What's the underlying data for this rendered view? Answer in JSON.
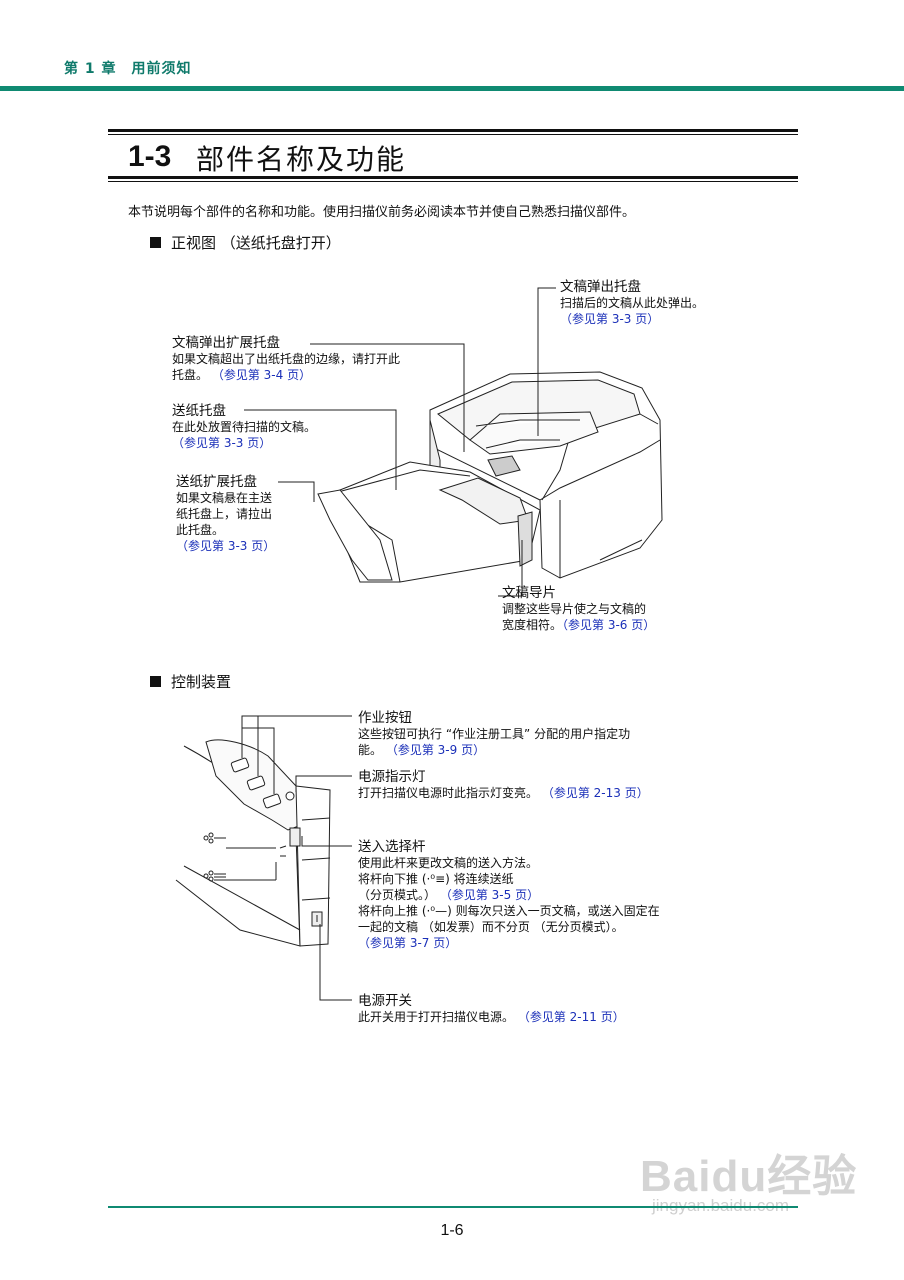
{
  "header": {
    "chapter": "第 1 章　用前须知"
  },
  "section": {
    "number": "1-3",
    "title": "部件名称及功能",
    "intro": "本节说明每个部件的名称和功能。使用扫描仪前务必阅读本节并使自己熟悉扫描仪部件。"
  },
  "front_view": {
    "heading": "正视图 （送纸托盘打开）",
    "labels": [
      {
        "title": "文稿弹出托盘",
        "lines": [
          "扫描后的文稿从此处弹出。"
        ],
        "ref": "（参见第 3-3 页）"
      },
      {
        "title": "文稿弹出扩展托盘",
        "lines": [
          "如果文稿超出了出纸托盘的边缘，请打开此",
          "托盘。"
        ],
        "ref": "（参见第 3-4 页）"
      },
      {
        "title": "送纸托盘",
        "lines": [
          "在此处放置待扫描的文稿。"
        ],
        "ref": "（参见第 3-3 页）"
      },
      {
        "title": "送纸扩展托盘",
        "lines": [
          "如果文稿悬在主送",
          "纸托盘上，请拉出",
          "此托盘。"
        ],
        "ref": "（参见第 3-3 页）"
      },
      {
        "title": "文稿导片",
        "lines": [
          "调整这些导片使之与文稿的",
          "宽度相符。"
        ],
        "ref": "（参见第 3-6 页）"
      }
    ]
  },
  "controls": {
    "heading": "控制装置",
    "labels": [
      {
        "title": "作业按钮",
        "lines": [
          "这些按钮可执行 “作业注册工具” 分配的用户指定功",
          "能。"
        ],
        "ref": "（参见第 3-9 页）"
      },
      {
        "title": "电源指示灯",
        "lines": [
          "打开扫描仪电源时此指示灯变亮。"
        ],
        "ref": "（参见第 2-13 页）"
      },
      {
        "title": "送入选择杆",
        "lines": [
          "使用此杆来更改文稿的送入方法。",
          "将杆向下推 (·⁰≡) 将连续送纸",
          "（分页模式。）",
          "将杆向上推 (·⁰—) 则每次只送入一页文稿，或送入固定在",
          "一起的文稿 （如发票）而不分页 （无分页模式）。"
        ],
        "refs": [
          "（参见第 3-5 页）",
          "（参见第 3-7 页）"
        ]
      },
      {
        "title": "电源开关",
        "lines": [
          "此开关用于打开扫描仪电源。"
        ],
        "ref": "（参见第 2-11 页）"
      }
    ]
  },
  "footer": {
    "page": "1-6"
  },
  "watermark": {
    "brand": "Baidu经验",
    "url": "jingyan.baidu.com"
  }
}
